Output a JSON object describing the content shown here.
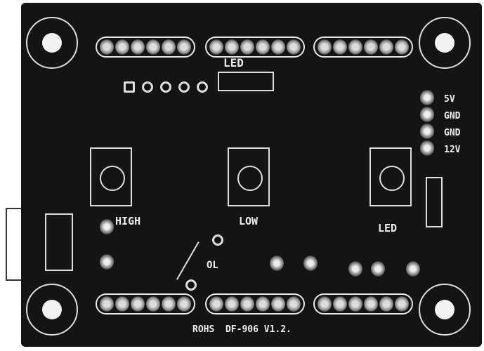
{
  "silkscreen": {
    "led_header_label": "LED",
    "power_labels": [
      "5V",
      "GND",
      "GND",
      "12V"
    ],
    "button_labels": [
      "HIGH",
      "LOW",
      "LED"
    ],
    "jumper_label": "OL",
    "footer": "ROHS  DF-906 V1.2."
  }
}
